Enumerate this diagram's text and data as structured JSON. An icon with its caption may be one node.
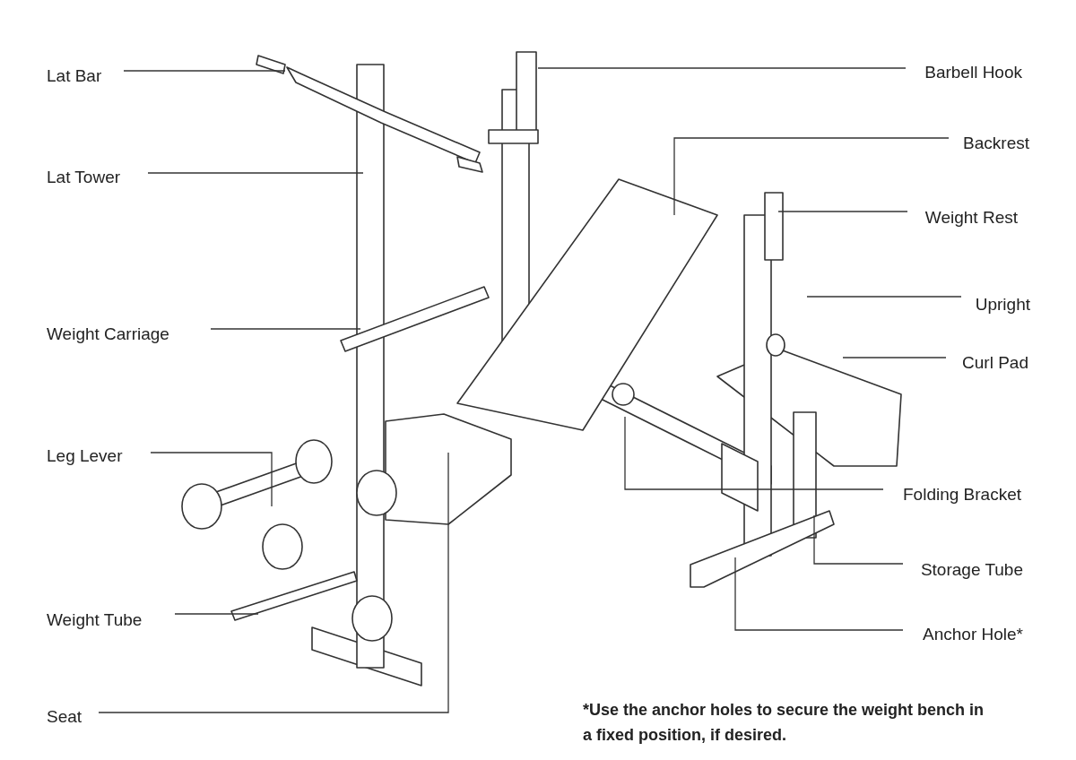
{
  "diagram": {
    "nodes": [
      {
        "text": [
          "Lat Bar"
        ]
      },
      {
        "text": [
          "Lat Tower"
        ]
      },
      {
        "text": [
          "Weight Carriage"
        ]
      },
      {
        "text": [
          "Leg Lever"
        ]
      },
      {
        "text": [
          "Weight Tube"
        ]
      },
      {
        "text": [
          "Seat"
        ]
      },
      {
        "text": [
          "Barbell Hook"
        ]
      },
      {
        "text": [
          "Backrest"
        ]
      },
      {
        "text": [
          "Weight Rest"
        ]
      },
      {
        "text": [
          "Upright"
        ]
      },
      {
        "text": [
          "Curl Pad"
        ]
      },
      {
        "text": [
          "Folding Bracket"
        ]
      },
      {
        "text": [
          "Storage Tube"
        ]
      },
      {
        "text": [
          "Anchor Hole*"
        ]
      }
    ],
    "edges": [
      {
        "from": 0,
        "to": null,
        "arrow": "none"
      },
      {
        "from": 1,
        "to": null,
        "arrow": "none"
      },
      {
        "from": 2,
        "to": null,
        "arrow": "none"
      },
      {
        "from": 3,
        "to": null,
        "arrow": "none"
      },
      {
        "from": 4,
        "to": null,
        "arrow": "none"
      },
      {
        "from": 5,
        "to": null,
        "arrow": "none"
      },
      {
        "from": 6,
        "to": null,
        "arrow": "none"
      },
      {
        "from": 7,
        "to": null,
        "arrow": "none"
      },
      {
        "from": 8,
        "to": null,
        "arrow": "none"
      },
      {
        "from": 9,
        "to": null,
        "arrow": "none"
      },
      {
        "from": 10,
        "to": null,
        "arrow": "none"
      },
      {
        "from": 11,
        "to": null,
        "arrow": "none"
      },
      {
        "from": 12,
        "to": null,
        "arrow": "none"
      },
      {
        "from": 13,
        "to": null,
        "arrow": "none"
      }
    ],
    "labels": [
      "*Use the anchor holes to secure the weight bench in a fixed position, if desired."
    ]
  }
}
